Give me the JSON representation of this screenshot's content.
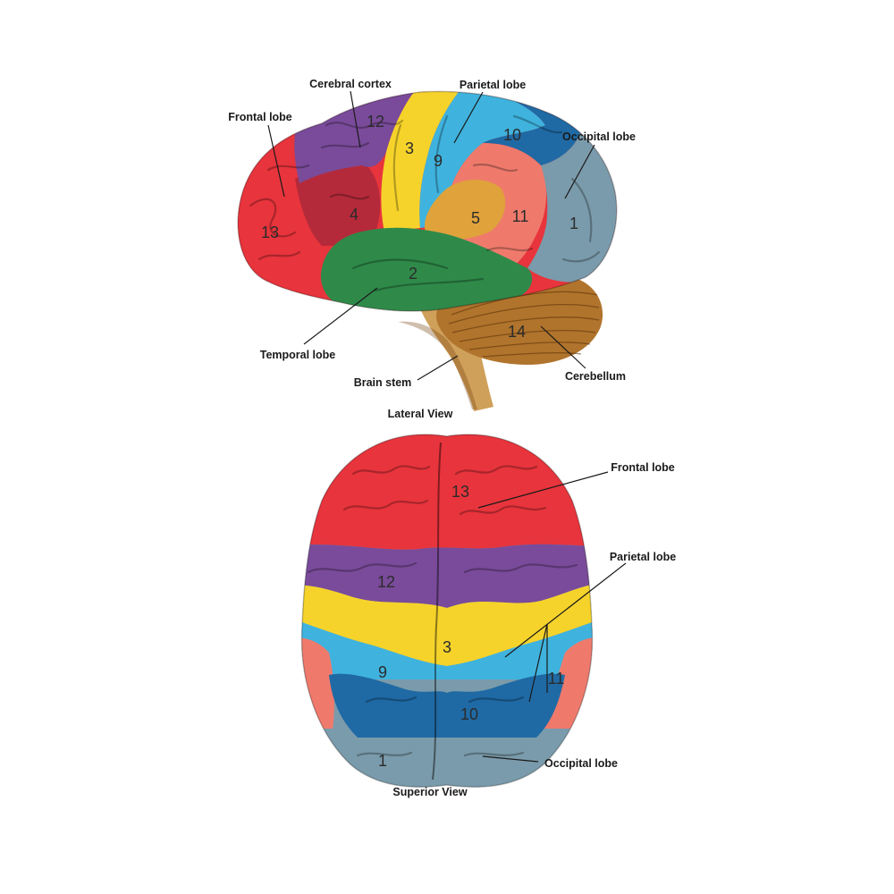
{
  "colors": {
    "frontal": "#e8343c",
    "premotor": "#b52a3a",
    "motor": "#7a4b9a",
    "somatosensory": "#f6d32b",
    "parietal": "#3fb3de",
    "superior_parietal": "#1f6aa5",
    "supramarginal": "#ef7a6c",
    "angular": "#e0a23a",
    "occipital": "#7a9bab",
    "temporal": "#2f8a4a",
    "cerebellum": "#b0742c",
    "brainstem": "#cfa05a"
  },
  "lateral": {
    "caption": "Lateral View",
    "labels": {
      "cerebral_cortex": "Cerebral cortex",
      "parietal_lobe": "Parietal lobe",
      "frontal_lobe": "Frontal lobe",
      "occipital_lobe": "Occipital lobe",
      "temporal_lobe": "Temporal lobe",
      "brain_stem": "Brain stem",
      "cerebellum": "Cerebellum"
    },
    "numbers": {
      "n12": "12",
      "n3": "3",
      "n9": "9",
      "n10": "10",
      "n13": "13",
      "n4": "4",
      "n5": "5",
      "n11": "11",
      "n1": "1",
      "n2": "2",
      "n14": "14"
    }
  },
  "superior": {
    "caption": "Superior View",
    "labels": {
      "frontal_lobe": "Frontal lobe",
      "parietal_lobe": "Parietal lobe",
      "occipital_lobe": "Occipital lobe"
    },
    "numbers": {
      "n13": "13",
      "n12": "12",
      "n3": "3",
      "n9": "9",
      "n11": "11",
      "n10": "10",
      "n1": "1"
    }
  }
}
